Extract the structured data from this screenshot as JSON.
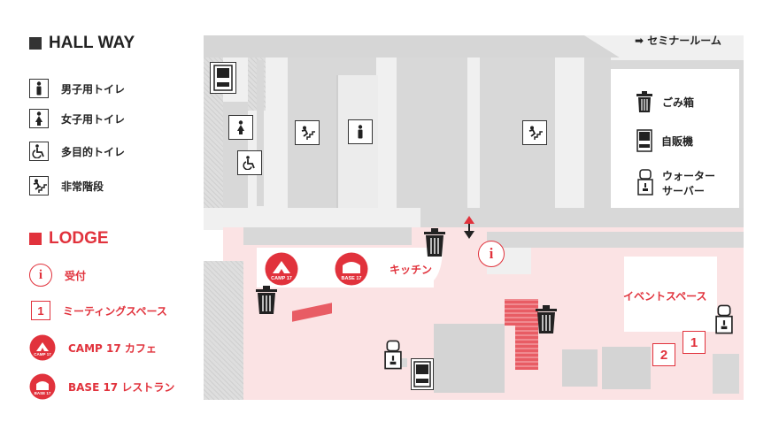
{
  "hallway": {
    "title": "HALL WAY",
    "legend": [
      {
        "icon": "male-toilet-icon",
        "label": "男子用トイレ"
      },
      {
        "icon": "female-toilet-icon",
        "label": "女子用トイレ"
      },
      {
        "icon": "accessible-toilet-icon",
        "label": "多目的トイレ"
      },
      {
        "icon": "emergency-stairs-icon",
        "label": "非常階段"
      }
    ]
  },
  "lodge": {
    "title": "LODGE",
    "legend": [
      {
        "icon": "info-icon",
        "mark": "i",
        "label": "受付"
      },
      {
        "icon": "meeting-space-number-icon",
        "mark": "1",
        "label": "ミーティングスペース"
      },
      {
        "icon": "camp17-logo",
        "label": "CAMP 17 カフェ"
      },
      {
        "icon": "base17-logo",
        "label": "BASE 17 レストラン"
      }
    ]
  },
  "map": {
    "seminar_room_label": "セミナールーム",
    "trash_label": "ごみ箱",
    "vending_label": "自販機",
    "water_server_label_line1": "ウォーター",
    "water_server_label_line2": "サーバー",
    "kitchen_label": "キッチン",
    "event_space_label": "イベントスペース",
    "space_numbers": [
      "2",
      "1"
    ],
    "info_mark": "i",
    "camp_logo_text": "CAMP 17",
    "base_logo_text": "BASE 17"
  },
  "colors": {
    "accent": "#e1323c",
    "lodge_floor": "#fbe3e4",
    "hall_floor": "#f0f0f0",
    "wall": "#d6d6d6"
  }
}
